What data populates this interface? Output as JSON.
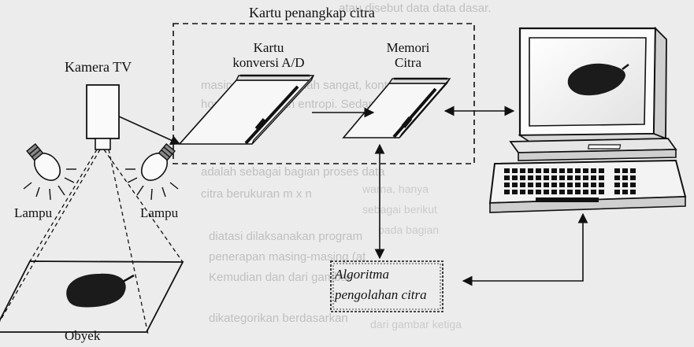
{
  "labels": {
    "group_title": "Kartu penangkap citra",
    "ad_card_line1": "Kartu",
    "ad_card_line2": "konversi A/D",
    "memory_line1": "Memori",
    "memory_line2": "Citra",
    "camera": "Kamera TV",
    "lamp_left": "Lampu",
    "lamp_right": "Lampu",
    "object": "Obyek",
    "algorithm_line1": "Algoritma",
    "algorithm_line2": "pengolahan citra"
  },
  "background_text": [
    "atau disebut data data dasar.",
    "masing-masing adalah sangat, kontrol",
    "homogenitas, dan entropi. Sedangkan",
    "adalah sebagai bagian proses data",
    "citra berukuran m x n",
    "diatasi dilaksanakan program",
    "penerapan masing-masing (at",
    "Kemudian dan dari gambar",
    "dikategorikan berdasarkan",
    "warna, hanya",
    "sebagai berikut",
    "pada bagian",
    "dari gambar ketiga"
  ],
  "colors": {
    "ink": "#111111",
    "paper": "#ececec"
  }
}
